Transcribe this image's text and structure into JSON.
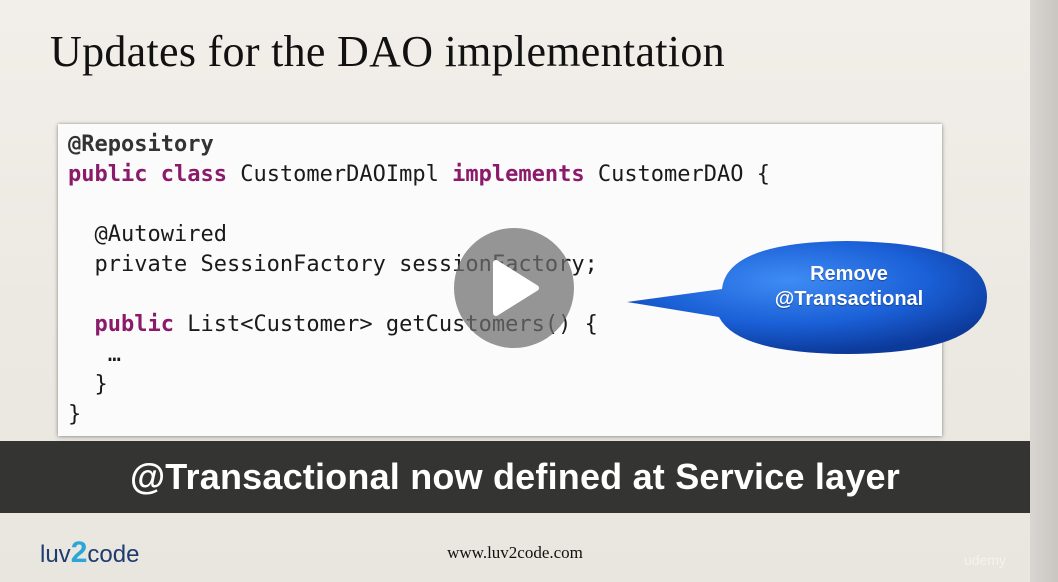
{
  "slide": {
    "title": "Updates for the DAO implementation",
    "code": {
      "line1": "@Repository",
      "line2_kw1": "public class",
      "line2_mid": " CustomerDAOImpl ",
      "line2_kw2": "implements",
      "line2_end": " CustomerDAO {",
      "line3": "  @Autowired",
      "line4": "  private SessionFactory sessionFactory;",
      "line5_kw": "  public",
      "line5_rest": " List<Customer> getCustomers() {",
      "line6": "   …",
      "line7": "  }",
      "line8": "}"
    },
    "callout": {
      "line1": "Remove",
      "line2": "@Transactional",
      "color": "#1a5fd6"
    },
    "caption": "@Transactional now defined at Service layer",
    "logo": {
      "part1": "luv",
      "part2": "2",
      "part3": "code"
    },
    "footer_url": "www.luv2code.com",
    "watermark": "udemy"
  },
  "player": {
    "play_icon": "play-icon"
  }
}
